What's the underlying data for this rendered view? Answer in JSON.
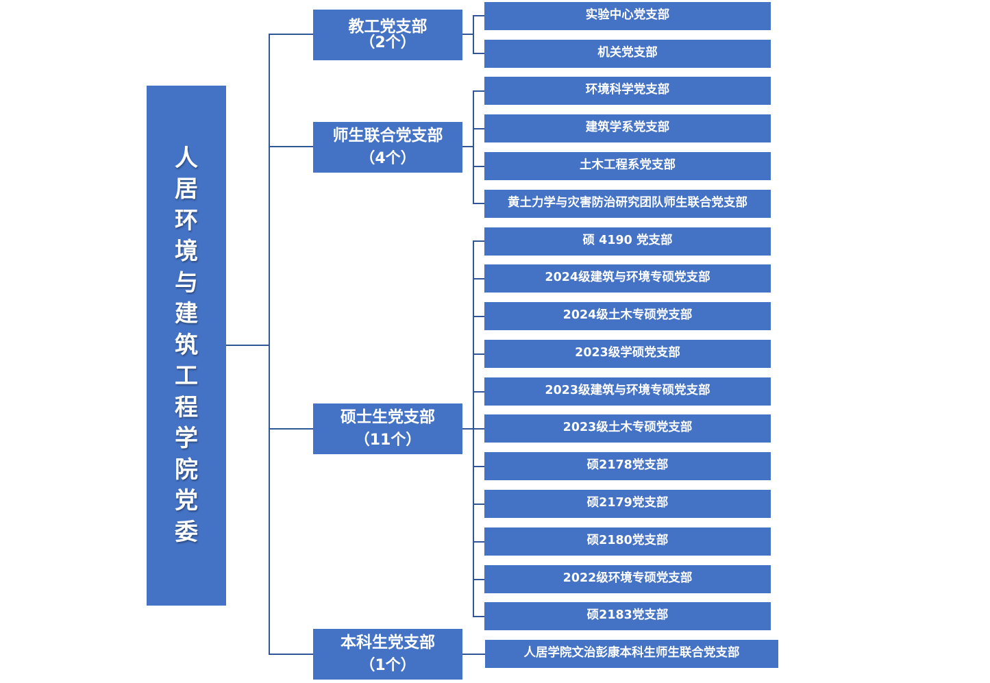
{
  "root": {
    "title": "人居环境与建筑工程学院党委"
  },
  "groups": [
    {
      "name": "教工党支部",
      "count": "（2个）",
      "branches": [
        "实验中心党支部",
        "机关党支部"
      ]
    },
    {
      "name": "师生联合党支部",
      "count": "（4个）",
      "branches": [
        "环境科学党支部",
        "建筑学系党支部",
        "土木工程系党支部",
        "黄土力学与灾害防治研究团队师生联合党支部"
      ]
    },
    {
      "name": "硕士生党支部",
      "count": "（11个）",
      "branches": [
        "硕 4190 党支部",
        "2024级建筑与环境专硕党支部",
        "2024级土木专硕党支部",
        "2023级学硕党支部",
        "2023级建筑与环境专硕党支部",
        "2023级土木专硕党支部",
        "硕2178党支部",
        "硕2179党支部",
        "硕2180党支部",
        "2022级环境专硕党支部",
        "硕2183党支部"
      ]
    },
    {
      "name": "本科生党支部",
      "count": "（1个）",
      "branches": [
        "人居学院文治彭康本科生师生联合党支部"
      ]
    }
  ],
  "colors": {
    "box_fill": "#4472c4",
    "connector": "#2f5597",
    "text": "#ffffff"
  }
}
